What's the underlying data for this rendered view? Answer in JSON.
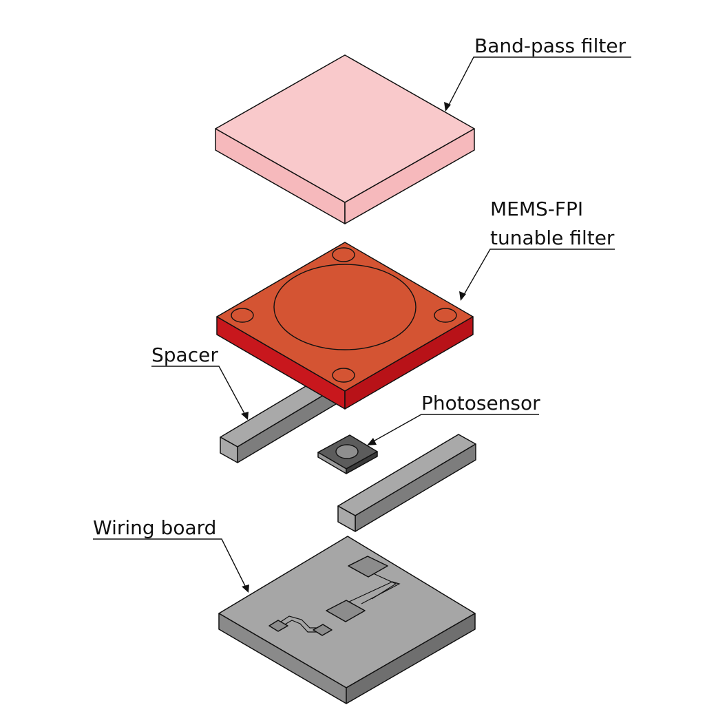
{
  "labels": {
    "band_pass": "Band-pass filter",
    "mems_line1": "MEMS-FPI",
    "mems_line2": "tunable filter",
    "spacer": "Spacer",
    "photosensor": "Photosensor",
    "wiring_board": "Wiring board"
  },
  "colors": {
    "band_pass_top": "#f9c9cb",
    "band_pass_side": "#f6b9bc",
    "mems_top": "#d45433",
    "mems_front": "#c8171d",
    "mems_side": "#b81218",
    "spacer_top": "#a9a9a9",
    "spacer_side": "#7d7d7d",
    "board_top": "#a6a6a6",
    "board_front": "#8a8a8a",
    "board_side": "#6f6f6f",
    "pad": "#8c8c8c"
  }
}
